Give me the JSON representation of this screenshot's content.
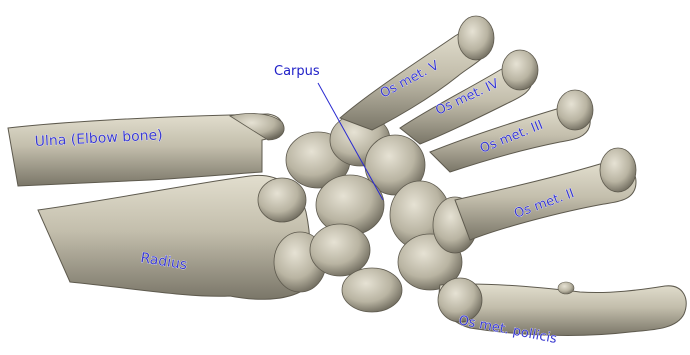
{
  "labels": {
    "carpus": "Carpus",
    "ulna": "Ulna (Elbow bone)",
    "radius": "Radius",
    "os_met_v": "Os met. V",
    "os_met_iv": "Os met. IV",
    "os_met_iii": "Os met. III",
    "os_met_ii": "Os met. II",
    "os_met_pollicis": "Os met. pollicis"
  },
  "colors": {
    "label_text": "#3a3ad0",
    "carpus_label": "#2020c8",
    "bone_fill": "#bdb8a6",
    "bone_light": "#dcd8c8",
    "bone_shadow": "#6e6a5e",
    "background": "#ffffff"
  }
}
